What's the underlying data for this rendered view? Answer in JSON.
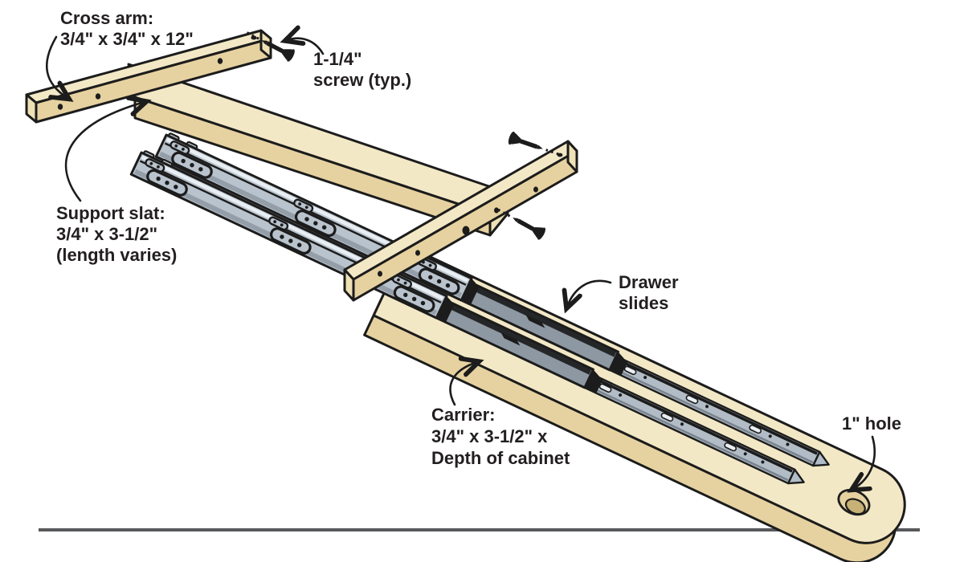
{
  "page": {
    "background": "#ffffff",
    "subject": "Exploded isometric illustration of a drawer-slide support jig assembly"
  },
  "labels": {
    "cross_arm": [
      "Cross arm:",
      "3/4\" x 3/4\" x 12\""
    ],
    "screw": [
      "1-1/4\"",
      "screw (typ.)"
    ],
    "support_slat": [
      "Support slat:",
      "3/4\" x 3-1/2\"",
      "(length varies)"
    ],
    "drawer_slides": [
      "Drawer",
      "slides"
    ],
    "carrier": [
      "Carrier:",
      "3/4\" x 3-1/2\" x",
      "Depth of cabinet"
    ],
    "hole": [
      "1\" hole"
    ]
  },
  "parts": [
    {
      "id": "cross-arm-top",
      "description": "square wood bar screwed across support slat"
    },
    {
      "id": "cross-arm-middle",
      "description": "square wood bar screwed across carrier"
    },
    {
      "id": "support-slat",
      "description": "wide wood slat"
    },
    {
      "id": "drawer-slide-upper",
      "description": "telescoping metal drawer slide"
    },
    {
      "id": "drawer-slide-lower",
      "description": "telescoping metal drawer slide"
    },
    {
      "id": "carrier-board",
      "description": "long wood carrier with rounded end and 1 inch hole"
    },
    {
      "id": "screws",
      "description": "three 1-1/4 inch flat-head screws with dashed insertion paths"
    }
  ],
  "colors": {
    "wood_top": "#f3e8c6",
    "wood_front": "#e6d2a0",
    "wood_end": "#eee1b5",
    "metal": "#b9c3cd",
    "metal_shadow": "#8d98a3",
    "metal_highlight": "#e9eef3",
    "outline": "#1c1c1c",
    "label_text": "#231f20",
    "baseline": "#58595b",
    "background": "#ffffff"
  }
}
